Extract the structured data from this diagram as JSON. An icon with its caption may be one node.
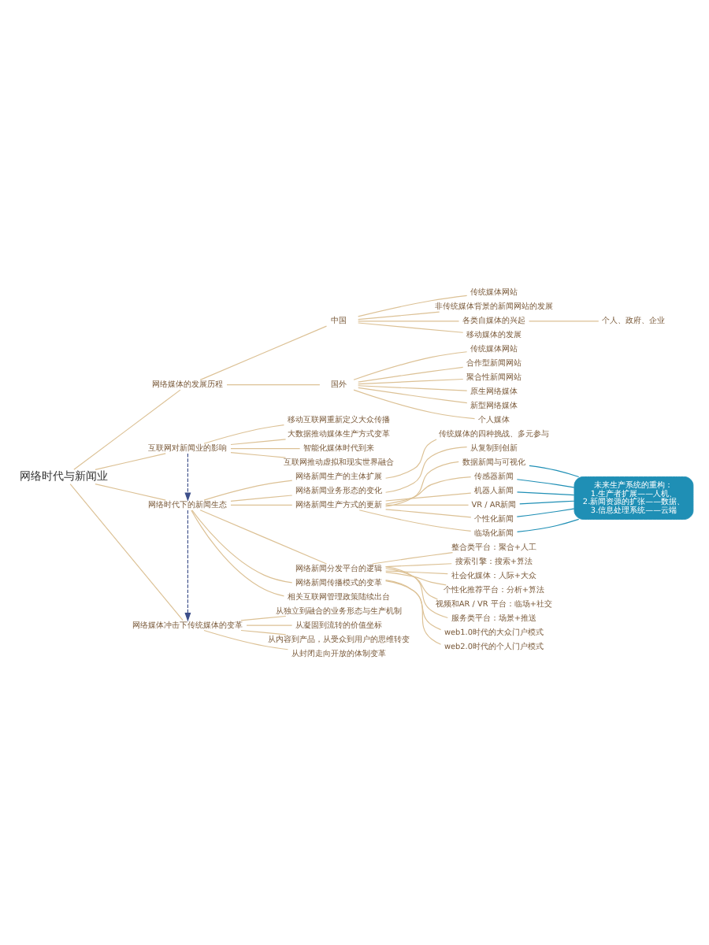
{
  "diagram": {
    "nodes": [
      {
        "text": [
          "网络时代与新闻业"
        ]
      },
      {
        "text": [
          "网络媒体的发展历程"
        ]
      },
      {
        "text": [
          "中国"
        ]
      },
      {
        "text": [
          "传统媒体网站"
        ]
      },
      {
        "text": [
          "非传统媒体背景的新闻网站的发展"
        ]
      },
      {
        "text": [
          "各类自媒体的兴起"
        ]
      },
      {
        "text": [
          "个人、政府、企业"
        ]
      },
      {
        "text": [
          "移动媒体的发展"
        ]
      },
      {
        "text": [
          "国外"
        ]
      },
      {
        "text": [
          "传统媒体网站"
        ]
      },
      {
        "text": [
          "合作型新闻网站"
        ]
      },
      {
        "text": [
          "聚合性新闻网站"
        ]
      },
      {
        "text": [
          "原生网络媒体"
        ]
      },
      {
        "text": [
          "新型网络媒体"
        ]
      },
      {
        "text": [
          "个人媒体"
        ]
      },
      {
        "text": [
          "互联网对新闻业的影响"
        ]
      },
      {
        "text": [
          "移动互联网重新定义大众传播"
        ]
      },
      {
        "text": [
          "大数据推动媒体生产方式变革"
        ]
      },
      {
        "text": [
          "智能化媒体时代到来"
        ]
      },
      {
        "text": [
          "互联网推动虚拟和现实世界融合"
        ]
      },
      {
        "text": [
          "网络时代下的新闻生态"
        ]
      },
      {
        "text": [
          "网络新闻生产的主体扩展"
        ]
      },
      {
        "text": [
          "传统媒体的四种挑战、多元参与"
        ]
      },
      {
        "text": [
          "网络新闻业务形态的变化"
        ]
      },
      {
        "text": [
          "从复制到创新"
        ]
      },
      {
        "text": [
          "网络新闻生产方式的更新"
        ]
      },
      {
        "text": [
          "数据新闻与可视化"
        ]
      },
      {
        "text": [
          "传感器新闻"
        ]
      },
      {
        "text": [
          "机器人新闻"
        ]
      },
      {
        "text": [
          "VR / AR新闻"
        ]
      },
      {
        "text": [
          "个性化新闻"
        ]
      },
      {
        "text": [
          "临场化新闻"
        ]
      },
      {
        "text": [
          "未来生产系统的重构：",
          "1.生产者扩展——人机、 2.新闻资源的扩张——数据、 3.信息处理系统——云端"
        ]
      },
      {
        "text": [
          "网络新闻分发平台的逻辑"
        ]
      },
      {
        "text": [
          "整合类平台：聚合+人工"
        ]
      },
      {
        "text": [
          "搜索引擎：搜索+算法"
        ]
      },
      {
        "text": [
          "社会化媒体：人际+大众"
        ]
      },
      {
        "text": [
          "个性化推荐平台：分析+算法"
        ]
      },
      {
        "text": [
          "视频和AR / VR 平台：临场+社交"
        ]
      },
      {
        "text": [
          "服务类平台：场景+推送"
        ]
      },
      {
        "text": [
          "网络新闻传播模式的变革"
        ]
      },
      {
        "text": [
          "web1.0时代的大众门户模式"
        ]
      },
      {
        "text": [
          "web2.0时代的个人门户模式"
        ]
      },
      {
        "text": [
          "相关互联网管理政策陆续出台"
        ]
      },
      {
        "text": [
          "网络媒体冲击下传统媒体的变革"
        ]
      },
      {
        "text": [
          "从独立到融合的业务形态与生产机制"
        ]
      },
      {
        "text": [
          "从凝固到流转的价值坐标"
        ]
      },
      {
        "text": [
          "从内容到产品，从受众到用户的思维转变"
        ]
      },
      {
        "text": [
          "从封闭走向开放的体制变革"
        ]
      }
    ],
    "edges": [
      {
        "from": 0,
        "to": 1,
        "arrow": "none"
      },
      {
        "from": 1,
        "to": 2,
        "arrow": "none"
      },
      {
        "from": 2,
        "to": 3,
        "arrow": "none"
      },
      {
        "from": 2,
        "to": 4,
        "arrow": "none"
      },
      {
        "from": 2,
        "to": 5,
        "arrow": "none"
      },
      {
        "from": 5,
        "to": 6,
        "arrow": "none"
      },
      {
        "from": 2,
        "to": 7,
        "arrow": "none"
      },
      {
        "from": 1,
        "to": 8,
        "arrow": "none"
      },
      {
        "from": 8,
        "to": 9,
        "arrow": "none"
      },
      {
        "from": 8,
        "to": 10,
        "arrow": "none"
      },
      {
        "from": 8,
        "to": 11,
        "arrow": "none"
      },
      {
        "from": 8,
        "to": 12,
        "arrow": "none"
      },
      {
        "from": 8,
        "to": 13,
        "arrow": "none"
      },
      {
        "from": 8,
        "to": 14,
        "arrow": "none"
      },
      {
        "from": 0,
        "to": 15,
        "arrow": "none"
      },
      {
        "from": 15,
        "to": 16,
        "arrow": "none"
      },
      {
        "from": 15,
        "to": 17,
        "arrow": "none"
      },
      {
        "from": 15,
        "to": 18,
        "arrow": "none"
      },
      {
        "from": 15,
        "to": 19,
        "arrow": "none"
      },
      {
        "from": 0,
        "to": 20,
        "arrow": "none"
      },
      {
        "from": 20,
        "to": 21,
        "arrow": "none"
      },
      {
        "from": 21,
        "to": 22,
        "arrow": "none"
      },
      {
        "from": 20,
        "to": 23,
        "arrow": "none"
      },
      {
        "from": 23,
        "to": 24,
        "arrow": "none"
      },
      {
        "from": 20,
        "to": 25,
        "arrow": "none"
      },
      {
        "from": 25,
        "to": 26,
        "arrow": "none"
      },
      {
        "from": 25,
        "to": 27,
        "arrow": "none"
      },
      {
        "from": 25,
        "to": 28,
        "arrow": "none"
      },
      {
        "from": 25,
        "to": 29,
        "arrow": "none"
      },
      {
        "from": 25,
        "to": 30,
        "arrow": "none"
      },
      {
        "from": 25,
        "to": 31,
        "arrow": "none"
      },
      {
        "from": 26,
        "to": 32,
        "arrow": "none",
        "color": "#1f8fb5"
      },
      {
        "from": 27,
        "to": 32,
        "arrow": "none",
        "color": "#1f8fb5"
      },
      {
        "from": 28,
        "to": 32,
        "arrow": "none",
        "color": "#1f8fb5"
      },
      {
        "from": 29,
        "to": 32,
        "arrow": "none",
        "color": "#1f8fb5"
      },
      {
        "from": 30,
        "to": 32,
        "arrow": "none",
        "color": "#1f8fb5"
      },
      {
        "from": 31,
        "to": 32,
        "arrow": "none",
        "color": "#1f8fb5"
      },
      {
        "from": 20,
        "to": 33,
        "arrow": "none"
      },
      {
        "from": 33,
        "to": 34,
        "arrow": "none"
      },
      {
        "from": 33,
        "to": 35,
        "arrow": "none"
      },
      {
        "from": 33,
        "to": 36,
        "arrow": "none"
      },
      {
        "from": 33,
        "to": 37,
        "arrow": "none"
      },
      {
        "from": 33,
        "to": 38,
        "arrow": "none"
      },
      {
        "from": 33,
        "to": 39,
        "arrow": "none"
      },
      {
        "from": 20,
        "to": 40,
        "arrow": "none"
      },
      {
        "from": 40,
        "to": 41,
        "arrow": "none"
      },
      {
        "from": 40,
        "to": 42,
        "arrow": "none"
      },
      {
        "from": 20,
        "to": 43,
        "arrow": "none"
      },
      {
        "from": 0,
        "to": 44,
        "arrow": "none"
      },
      {
        "from": 44,
        "to": 45,
        "arrow": "none"
      },
      {
        "from": 44,
        "to": 46,
        "arrow": "none"
      },
      {
        "from": 44,
        "to": 47,
        "arrow": "none"
      },
      {
        "from": 44,
        "to": 48,
        "arrow": "none"
      },
      {
        "from": 15,
        "to": 20,
        "arrow": "to",
        "style": "dashed",
        "color": "#3d4f8a"
      },
      {
        "from": 20,
        "to": 44,
        "arrow": "to",
        "style": "dashed",
        "color": "#3d4f8a"
      }
    ]
  }
}
